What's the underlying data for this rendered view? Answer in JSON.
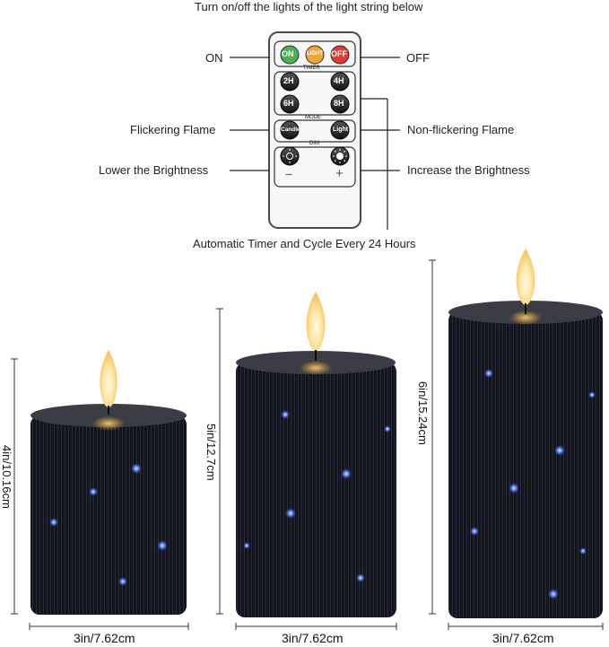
{
  "header": {
    "title": "Turn on/off the lights of the light string below"
  },
  "remote": {
    "buttons": {
      "on": "ON",
      "light": "LIGHT",
      "off": "OFF",
      "h2": "2H",
      "h4": "4H",
      "h6": "6H",
      "h8": "8H",
      "candle": "Candle",
      "light_mode": "Light"
    },
    "sections": {
      "timer": "TIMER",
      "mode": "MODE",
      "dim": "DIM"
    },
    "dim_minus": "−",
    "dim_plus": "+"
  },
  "labels": {
    "on": "ON",
    "off": "OFF",
    "flickering": "Flickering Flame",
    "non_flickering": "Non-flickering Flame",
    "lower": "Lower the Brightness",
    "increase": "Increase the Brightness",
    "timer_note": "Automatic Timer and Cycle Every 24 Hours"
  },
  "candles": [
    {
      "height": "4in/10.16cm",
      "width": "3in/7.62cm"
    },
    {
      "height": "5in/12.7cm",
      "width": "3in/7.62cm"
    },
    {
      "height": "6in/15.24cm",
      "width": "3in/7.62cm"
    }
  ],
  "colors": {
    "candle_body": "#13151d",
    "flame": "#ffe9a8",
    "sparkle": "#5c8cff",
    "btn_on": "#4caf50",
    "btn_light": "#f4a534",
    "btn_off": "#e53935"
  }
}
